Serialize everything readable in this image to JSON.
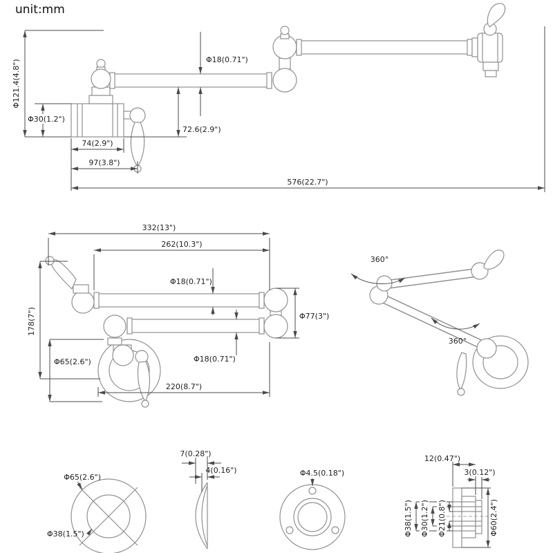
{
  "unit": {
    "label": "unit:mm"
  },
  "extended_view": {
    "overall_height": "Φ121.4(4.8\")",
    "body_diameter": "Φ30(1.2\")",
    "arm_diameter": "Φ18(0.71\")",
    "spout_drop": "72.6(2.9\")",
    "body_length": "74(2.9\")",
    "handle_reach": "97(3.8\")",
    "total_reach": "576(22.7\")"
  },
  "folded_view": {
    "fold_width": "332(13\")",
    "upper_arm_length": "262(10.3\")",
    "overall_height": "178(7\")",
    "upper_arm_diameter": "Φ18(0.71\")",
    "joint_diameter": "Φ77(3\")",
    "flange_diameter": "Φ65(2.6\")",
    "lower_arm_diameter": "Φ18(0.71\")",
    "lower_arm_length": "220(8.7\")",
    "swivel_upper": "360°",
    "swivel_lower": "360°"
  },
  "flange_detail": {
    "outer_diameter": "Φ65(2.6\")",
    "inner_diameter": "Φ38(1.5\")",
    "thickness": "7(0.28\")",
    "inner_thickness": "4(0.16\")"
  },
  "plate_detail": {
    "hole_diameter": "Φ4.5(0.18\")"
  },
  "mount_detail": {
    "depth": "12(0.47\")",
    "lip": "3(0.12\")",
    "bore_large": "Φ38(1.5\")",
    "bore_mid": "Φ30(1.2\")",
    "bore_small": "Φ21(0.8\")",
    "outer_diameter": "Φ60(2.4\")"
  }
}
